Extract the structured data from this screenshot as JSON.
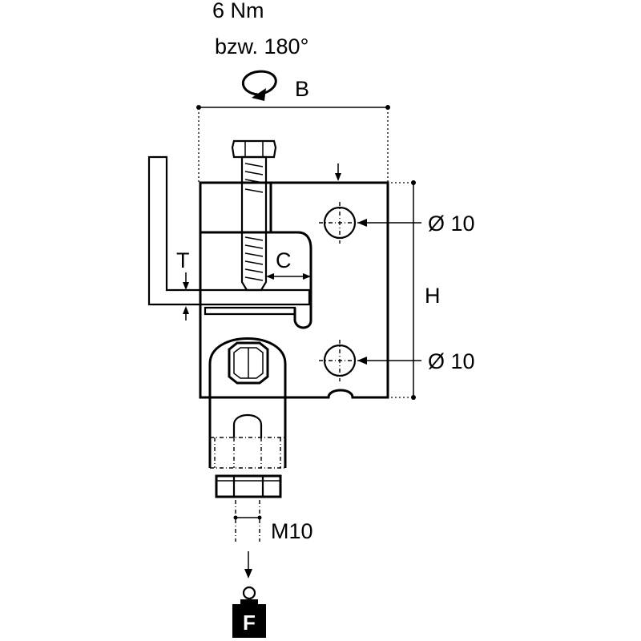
{
  "labels": {
    "torque": "6 Nm",
    "angle": "bzw. 180°",
    "width": "B",
    "thickness": "T",
    "clearance": "C",
    "height": "H",
    "hole_top": "Ø 10",
    "hole_bottom": "Ø 10",
    "thread": "M10",
    "force": "F"
  },
  "icons": {
    "rotation": "rotation-arrow-icon",
    "weight": "weight-icon"
  }
}
